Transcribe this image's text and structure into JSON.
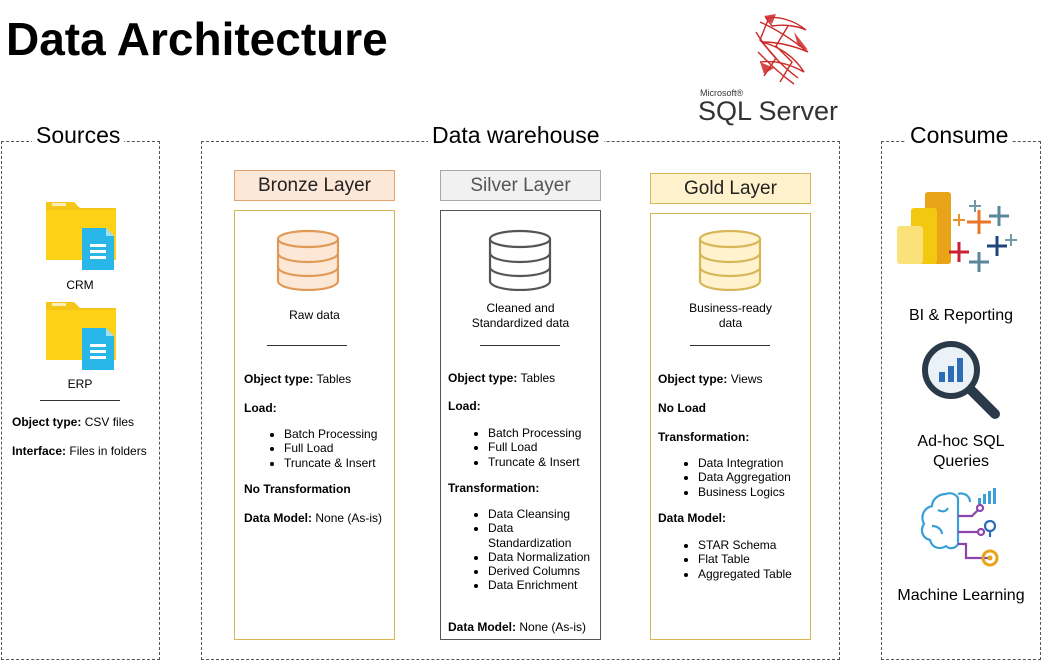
{
  "title": "Data Architecture",
  "logo": {
    "brand_small": "Microsoft®",
    "brand": "SQL Server",
    "logo_color": "#cc2927"
  },
  "sections": {
    "sources": "Sources",
    "warehouse": "Data warehouse",
    "consume": "Consume"
  },
  "sources": {
    "items": [
      {
        "label": "CRM",
        "icon": "folder-icon"
      },
      {
        "label": "ERP",
        "icon": "folder-icon"
      }
    ],
    "object_type_label": "Object type:",
    "object_type_value": " CSV files",
    "interface_label": "Interface:",
    "interface_value": " Files in folders"
  },
  "layers": {
    "bronze": {
      "title": "Bronze Layer",
      "desc": "Raw data",
      "object_type_label": "Object type:",
      "object_type_value": " Tables",
      "load_label": "Load:",
      "load_items": [
        "Batch Processing",
        "Full Load",
        "Truncate & Insert"
      ],
      "transformation_label": "No Transformation",
      "data_model_label": "Data Model:",
      "data_model_value": " None (As-is)",
      "color": "#fde7d6"
    },
    "silver": {
      "title": "Silver Layer",
      "desc_line1": "Cleaned and",
      "desc_line2": "Standardized data",
      "object_type_label": "Object type:",
      "object_type_value": " Tables",
      "load_label": "Load:",
      "load_items": [
        "Batch Processing",
        "Full Load",
        "Truncate & Insert"
      ],
      "transformation_label": "Transformation:",
      "transformation_items": [
        "Data Cleansing",
        "Data Standardization",
        "Data Normalization",
        "Derived Columns",
        "Data Enrichment"
      ],
      "data_model_label": "Data Model:",
      "data_model_value": " None (As-is)",
      "color": "#f1f1f1"
    },
    "gold": {
      "title": "Gold Layer",
      "desc_line1": "Business-ready",
      "desc_line2": "data",
      "object_type_label": "Object type:",
      "object_type_value": " Views",
      "load_label": "No Load",
      "transformation_label": "Transformation:",
      "transformation_items": [
        "Data Integration",
        "Data Aggregation",
        "Business Logics"
      ],
      "data_model_label": "Data Model:",
      "data_model_items": [
        "STAR Schema",
        "Flat Table",
        "Aggregated Table"
      ],
      "color": "#fff2cc"
    }
  },
  "consume": {
    "bi": "BI & Reporting",
    "adhoc_line1": "Ad-hoc SQL",
    "adhoc_line2": "Queries",
    "ml": "Machine Learning"
  }
}
